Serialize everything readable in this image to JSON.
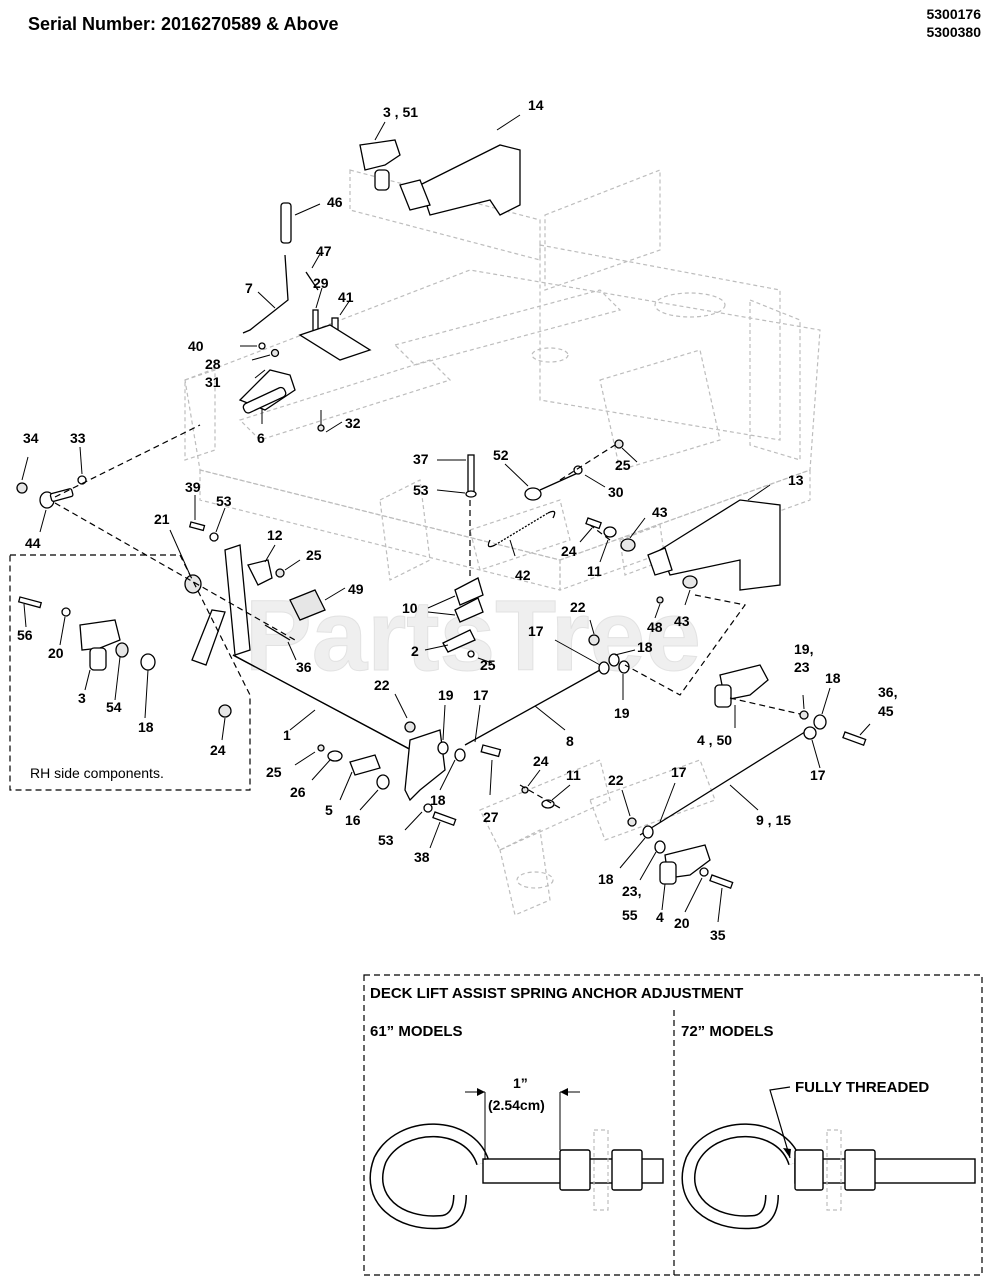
{
  "header": {
    "serial": "Serial Number: 2016270589 & Above",
    "part_numbers": [
      "5300176",
      "5300380"
    ]
  },
  "watermark": "PartsTree",
  "callouts": [
    {
      "id": "c3_51",
      "text": "3 , 51"
    },
    {
      "id": "c14",
      "text": "14"
    },
    {
      "id": "c46",
      "text": "46"
    },
    {
      "id": "c47",
      "text": "47"
    },
    {
      "id": "c7",
      "text": "7"
    },
    {
      "id": "c29",
      "text": "29"
    },
    {
      "id": "c41",
      "text": "41"
    },
    {
      "id": "c40",
      "text": "40"
    },
    {
      "id": "c28",
      "text": "28"
    },
    {
      "id": "c31",
      "text": "31"
    },
    {
      "id": "c6",
      "text": "6"
    },
    {
      "id": "c32",
      "text": "32"
    },
    {
      "id": "c34",
      "text": "34"
    },
    {
      "id": "c33",
      "text": "33"
    },
    {
      "id": "c44",
      "text": "44"
    },
    {
      "id": "c37",
      "text": "37"
    },
    {
      "id": "c52",
      "text": "52"
    },
    {
      "id": "c25a",
      "text": "25"
    },
    {
      "id": "c53a",
      "text": "53"
    },
    {
      "id": "c30",
      "text": "30"
    },
    {
      "id": "c13",
      "text": "13"
    },
    {
      "id": "c39",
      "text": "39"
    },
    {
      "id": "c53b",
      "text": "53"
    },
    {
      "id": "c21",
      "text": "21"
    },
    {
      "id": "c12",
      "text": "12"
    },
    {
      "id": "c25b",
      "text": "25"
    },
    {
      "id": "c43a",
      "text": "43"
    },
    {
      "id": "c24a",
      "text": "24"
    },
    {
      "id": "c11a",
      "text": "11"
    },
    {
      "id": "c42",
      "text": "42"
    },
    {
      "id": "c49",
      "text": "49"
    },
    {
      "id": "c48",
      "text": "48"
    },
    {
      "id": "c43b",
      "text": "43"
    },
    {
      "id": "c10",
      "text": "10"
    },
    {
      "id": "c22a",
      "text": "22"
    },
    {
      "id": "c17a",
      "text": "17"
    },
    {
      "id": "c18a",
      "text": "18"
    },
    {
      "id": "c56",
      "text": "56"
    },
    {
      "id": "c20a",
      "text": "20"
    },
    {
      "id": "c36a",
      "text": "36"
    },
    {
      "id": "c2",
      "text": "2"
    },
    {
      "id": "c25c",
      "text": "25"
    },
    {
      "id": "c19a",
      "text": "19,"
    },
    {
      "id": "c23a",
      "text": "23"
    },
    {
      "id": "c18b",
      "text": "18"
    },
    {
      "id": "c36_45a",
      "text": "36,"
    },
    {
      "id": "c36_45b",
      "text": "45"
    },
    {
      "id": "c3b",
      "text": "3"
    },
    {
      "id": "c54",
      "text": "54"
    },
    {
      "id": "c18c",
      "text": "18"
    },
    {
      "id": "c22b",
      "text": "22"
    },
    {
      "id": "c19b",
      "text": "19"
    },
    {
      "id": "c17b",
      "text": "17"
    },
    {
      "id": "c19c",
      "text": "19"
    },
    {
      "id": "c4_50",
      "text": "4 , 50"
    },
    {
      "id": "c1",
      "text": "1"
    },
    {
      "id": "c24b",
      "text": "24"
    },
    {
      "id": "c8",
      "text": "8"
    },
    {
      "id": "c17c",
      "text": "17"
    },
    {
      "id": "c25d",
      "text": "25"
    },
    {
      "id": "c26",
      "text": "26"
    },
    {
      "id": "c18d",
      "text": "18"
    },
    {
      "id": "c24c",
      "text": "24"
    },
    {
      "id": "c11b",
      "text": "11"
    },
    {
      "id": "c5",
      "text": "5"
    },
    {
      "id": "c16",
      "text": "16"
    },
    {
      "id": "c27",
      "text": "27"
    },
    {
      "id": "c17d",
      "text": "17"
    },
    {
      "id": "c9_15",
      "text": "9 , 15"
    },
    {
      "id": "c22c",
      "text": "22"
    },
    {
      "id": "c53c",
      "text": "53"
    },
    {
      "id": "c38",
      "text": "38"
    },
    {
      "id": "c18e",
      "text": "18"
    },
    {
      "id": "c23_55a",
      "text": "23,"
    },
    {
      "id": "c23_55b",
      "text": "55"
    },
    {
      "id": "c4b",
      "text": "4"
    },
    {
      "id": "c20b",
      "text": "20"
    },
    {
      "id": "c35",
      "text": "35"
    }
  ],
  "rh_side": {
    "label": "RH side components."
  },
  "inset": {
    "title": "DECK LIFT ASSIST SPRING ANCHOR ADJUSTMENT",
    "left_heading": "61” MODELS",
    "right_heading": "72” MODELS",
    "dimension_in": "1”",
    "dimension_cm": "(2.54cm)",
    "fully_threaded": "FULLY THREADED"
  }
}
